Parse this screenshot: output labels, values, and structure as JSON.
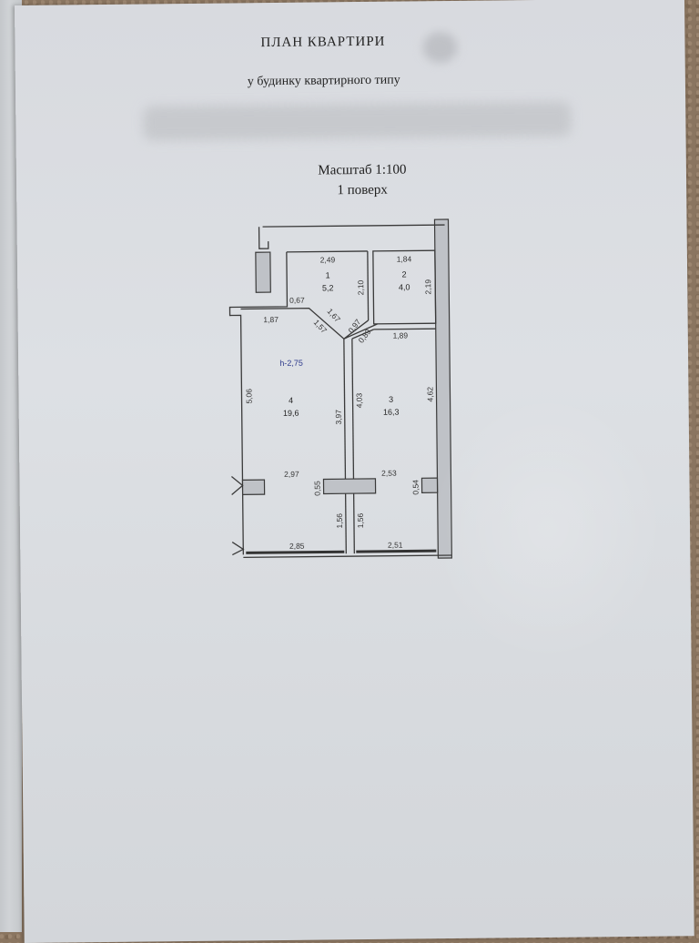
{
  "document": {
    "title": "ПЛАН  КВАРТИРИ",
    "subtitle": "у будинку квартирного типу",
    "scale": "Масштаб 1:100",
    "floor": "1 поверх"
  },
  "plan": {
    "ceiling_height": "h-2,75",
    "rooms": [
      {
        "number": "1",
        "area": "5,2"
      },
      {
        "number": "2",
        "area": "4,0"
      },
      {
        "number": "3",
        "area": "16,3"
      },
      {
        "number": "4",
        "area": "19,6"
      }
    ],
    "dimensions": {
      "room1_width": "2,49",
      "room1_depth": "2,10",
      "room1_left": "0,67",
      "room2_width": "1,84",
      "room2_depth": "2,19",
      "hall_top": "1,87",
      "diag_1": "1,67",
      "diag_2": "1,57",
      "diag_3": "0,97",
      "diag_4": "0,89",
      "room3_top": "1,89",
      "room4_left": "5,06",
      "room4_right": "3,97",
      "room3_left": "4,03",
      "room3_right": "4,62",
      "room4_mid": "2,97",
      "room3_mid": "2,53",
      "pier_4": "0,55",
      "pier_3": "0,54",
      "lower_4": "1,56",
      "lower_3": "1,56",
      "bottom_4": "2,85",
      "bottom_3": "2,51"
    }
  }
}
